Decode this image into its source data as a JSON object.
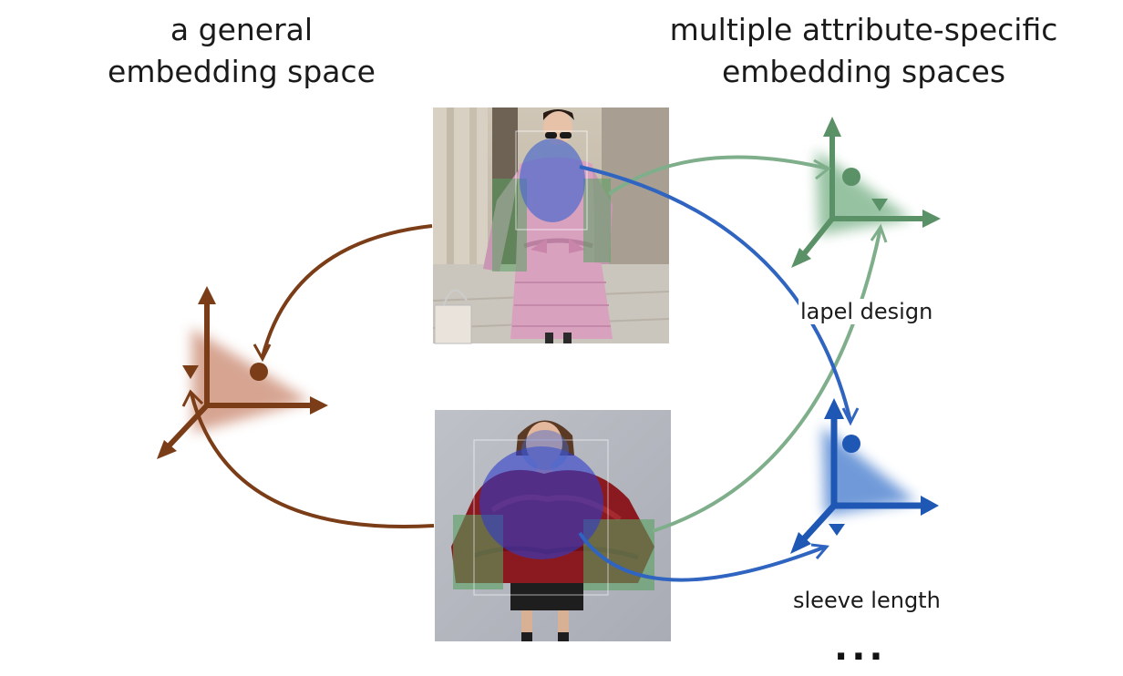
{
  "headings": {
    "general": [
      "a general",
      "embedding space"
    ],
    "specific": [
      "multiple attribute-specific",
      "embedding spaces"
    ]
  },
  "attribute_labels": {
    "lapel": "lapel design",
    "sleeve": "sleeve length"
  },
  "more_indicator": "...",
  "colors": {
    "general_space": "#7a3d17",
    "lapel_space": "#5a9166",
    "sleeve_space": "#1f57b4",
    "region_lapel": "#4466cc",
    "region_sleeve": "#5aa060"
  },
  "icons": {
    "general_space": "3d-axes-icon",
    "lapel_space": "3d-axes-icon",
    "sleeve_space": "3d-axes-icon",
    "photo_top": "pink-coat-photo",
    "photo_bottom": "fur-cape-photo"
  }
}
